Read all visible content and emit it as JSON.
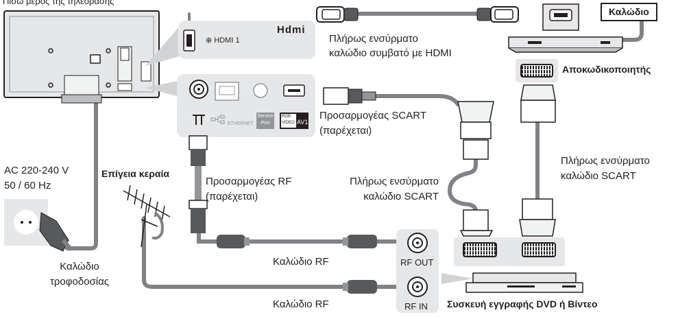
{
  "labels": {
    "tv_back": "Πίσω μέρος της τηλεόρασης",
    "cable_box": "Καλώδιο",
    "hdmi_cable_l1": "Πλήρως ενσύρματο",
    "hdmi_cable_l2": "καλώδιο συμβατό με HDMI",
    "decoder": "Αποκωδικοποιητής",
    "scart_adapter_l1": "Προσαρμογέας SCART",
    "scart_adapter_l2": "(παρέχεται)",
    "scart_cable_right_l1": "Πλήρως ενσύρματο",
    "scart_cable_right_l2": "καλώδιο SCART",
    "scart_cable_mid_l1": "Πλήρως ενσύρματο",
    "scart_cable_mid_l2": "καλώδιο SCART",
    "ac_l1": "AC 220-240 V",
    "ac_l2": "50 / 60 Hz",
    "antenna": "Επίγεια κεραία",
    "rf_adapter_l1": "Προσαρμογέας RF",
    "rf_adapter_l2": "(παρέχεται)",
    "power_cable_l1": "Καλώδιο",
    "power_cable_l2": "τροφοδοσίας",
    "rf_cable_top": "Καλώδιο RF",
    "rf_cable_bottom": "Καλώδιο RF",
    "rf_out": "RF OUT",
    "rf_in": "RF IN",
    "dvd_recorder": "Συσκευή εγγραφής DVD ή Βίντεο"
  },
  "panel": {
    "hdmi_logo": "Hdmi",
    "hdmi_port": "HDMI 1",
    "ethernet": "ETHERNET",
    "service_l1": "Service",
    "service_l2": "Port",
    "rgb": "RGB",
    "video": "VIDEO",
    "av1": "AV1"
  },
  "colors": {
    "cable": "#808285",
    "panel": "#e6e7e8",
    "tv_body": "#e6e7e8",
    "outline": "#231f20"
  }
}
